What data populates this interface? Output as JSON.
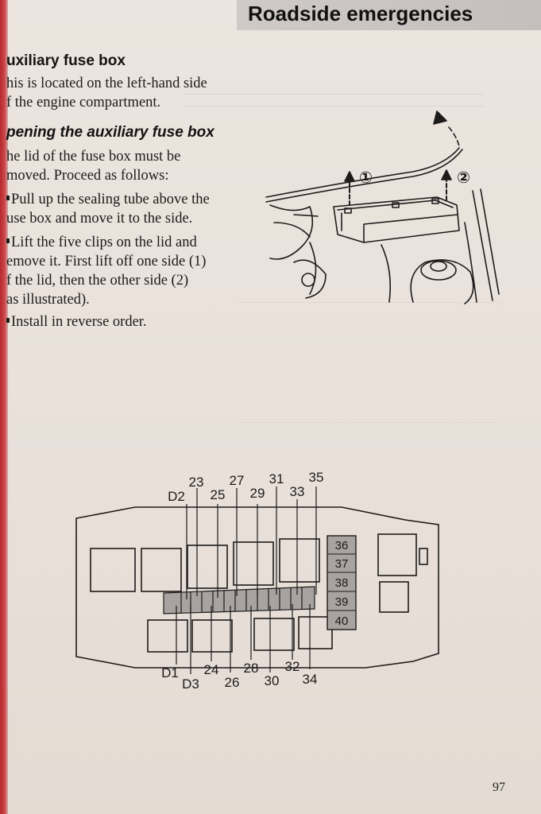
{
  "header": {
    "title": "Roadside emergencies"
  },
  "section": {
    "heading": "uxiliary fuse box",
    "intro_lines": [
      "his is located on the left-hand side",
      "f the engine compartment."
    ]
  },
  "subsection": {
    "heading": "pening the auxiliary fuse box",
    "intro_lines": [
      "he lid of the fuse box must be",
      "moved. Proceed as follows:"
    ],
    "steps": [
      {
        "lines": [
          "Pull up the sealing tube above the",
          "use box and move it to the side."
        ]
      },
      {
        "lines": [
          "Lift the five clips on the lid and",
          "emove it. First lift off one side (1)",
          "f the lid, then the other side (2)",
          "as illustrated)."
        ]
      },
      {
        "lines": [
          "Install in reverse order."
        ]
      }
    ]
  },
  "illustration": {
    "callouts": [
      "①",
      "②"
    ]
  },
  "fuse_diagram": {
    "top_labels": [
      "23",
      "27",
      "31",
      "35",
      "D2",
      "25",
      "29",
      "33"
    ],
    "bottom_labels": [
      "D1",
      "24",
      "28",
      "32",
      "D3",
      "26",
      "30",
      "34"
    ],
    "side_fuses": [
      "36",
      "37",
      "38",
      "39",
      "40"
    ]
  },
  "footer": {
    "page_number": "97"
  }
}
